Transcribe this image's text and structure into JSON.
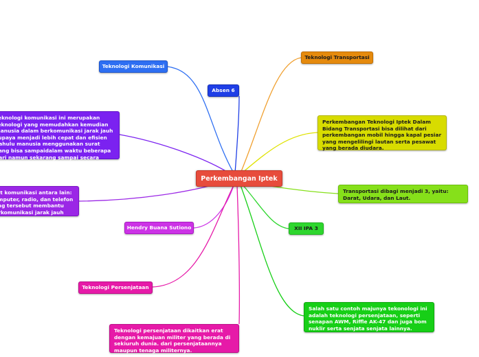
{
  "central": "Perkembangan Iptek",
  "nodes": {
    "teknologi_komunikasi": "Teknologi Komunikasi",
    "absen": "Absen 6",
    "komunikasi_desc": "Teknologi komunikasi ini merupakan teknologi yang memudahkan kemudian manusia dalam berkomunikasi jarak jauh supaya menjadi lebih cepat dan efisien dahulu manusia menggunakan surat yang bisa sampaidalam waktu beberapa hari namun sekarang sampai secara instant.",
    "komunikasi_alat": "Alat komunikasi antara lain: komputer, radio, dan telefon yang tersebut membantu berkomunikasi jarak jauh",
    "nama": "Hendry Buana Sutiono",
    "teknologi_persenjataan": "Teknologi Persenjataan",
    "persenjataan_desc": "Teknologi persenjataan dikaitkan erat dengan kemajuan militer yang berada di sekiuruh dunia. dari persenjataannya maupun tenaga militernya.",
    "teknologi_transportasi": "Teknologi Transportasi",
    "transportasi_desc": "Perkembangan Teknologi Iptek Dalam Bidang Transportasi bisa dilihat dari perkembangan mobil hingga kapal pesiar yang mengelilingi lautan serta pesawat yang berada diudara.",
    "transportasi_jenis": "Transportasi dibagi menjadi 3, yaitu: Darat, Udara, dan Laut.",
    "kelas": "XII IPA 3",
    "persenjataan_contoh": "Salah satu contoh majunya tekonologi ini adalah teknologi persenjataan, seperti senapan AWM, Riffle AK-47 dan juga bom nuklir serta senjata senjata lainnya."
  },
  "colors": {
    "central": "#e74c3c",
    "blue": "#2e6ff2",
    "absen_blue": "#1f3fe6",
    "purple": "#7b22f0",
    "magenta": "#cc33e6",
    "pink": "#e61aa8",
    "orange": "#e58a0d",
    "yellow": "#d8dc00",
    "lime": "#86e01a",
    "green": "#2ed62e",
    "bright_green": "#17cf17"
  }
}
